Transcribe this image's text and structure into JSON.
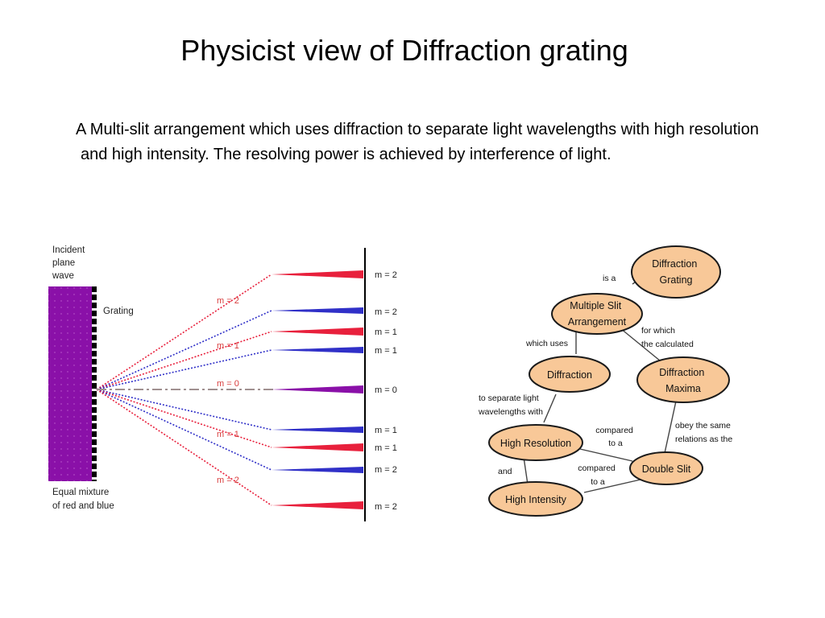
{
  "title": "Physicist view of Diffraction grating",
  "body": "A Multi-slit arrangement which uses diffraction to separate light wavelengths with high resolution and high intensity. The resolving power is achieved by interference of light.",
  "grating_diagram": {
    "incident_label": [
      "Incident",
      "plane",
      "wave"
    ],
    "grating_label": "Grating",
    "mixture_label": [
      "Equal mixture",
      "of red and blue"
    ],
    "ray_labels": [
      "m = 2",
      "m = 1",
      "m = 0",
      "m = 1",
      "m = 2"
    ],
    "screen_labels": [
      "m = 2",
      "m = 2",
      "m = 1",
      "m = 1",
      "m = 0",
      "m = 1",
      "m = 1",
      "m = 2",
      "m = 2"
    ],
    "colors": {
      "red": "#e8203c",
      "blue": "#3030c8",
      "purple": "#8a10a8",
      "gray": "#a09090"
    }
  },
  "concept_map": {
    "nodes": {
      "diffraction_grating": [
        "Diffraction",
        "Grating"
      ],
      "multiple_slit": [
        "Multiple Slit",
        "Arrangement"
      ],
      "diffraction": [
        "Diffraction"
      ],
      "diffraction_maxima": [
        "Diffraction",
        "Maxima"
      ],
      "high_resolution": [
        "High Resolution"
      ],
      "double_slit": [
        "Double Slit"
      ],
      "high_intensity": [
        "High Intensity"
      ]
    },
    "links": {
      "is_a": [
        "is a"
      ],
      "which_uses": [
        "which uses"
      ],
      "for_which": [
        "for which",
        "the calculated"
      ],
      "to_separate": [
        "to separate light",
        "wavelengths with"
      ],
      "obey": [
        "obey the same",
        "relations as the"
      ],
      "compared_1": [
        "compared",
        "to a"
      ],
      "compared_2": [
        "compared",
        "to a"
      ],
      "and": [
        "and"
      ]
    },
    "colors": {
      "node_fill": "#f8c898",
      "node_stroke": "#1a1a1a"
    }
  }
}
